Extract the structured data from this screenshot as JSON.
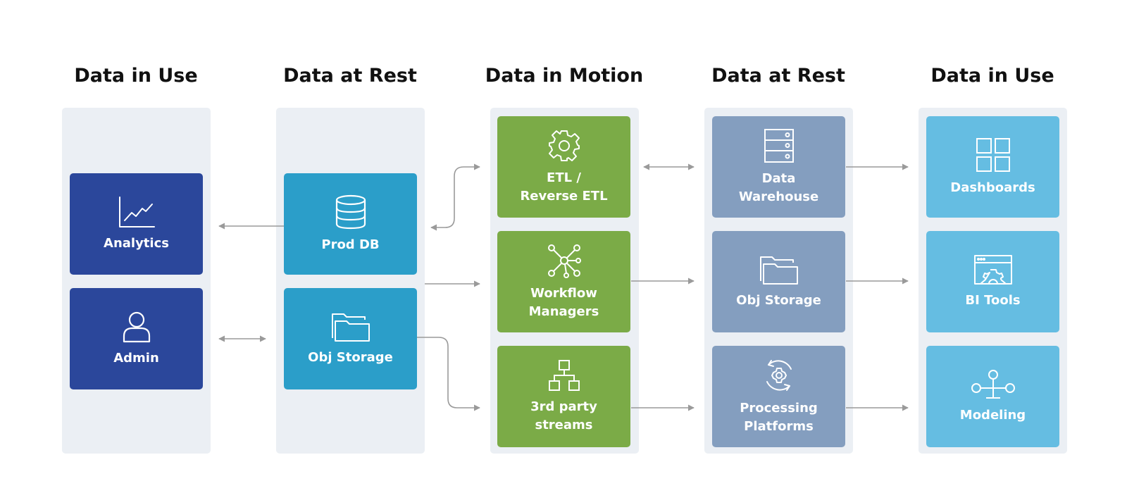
{
  "colors": {
    "panel": "#ebeff4",
    "use_left": "#2b479b",
    "rest_left": "#2b9ec9",
    "motion": "#7bab47",
    "rest_right": "#849ebf",
    "use_right": "#65bde2",
    "arrow": "#9a9a9a"
  },
  "columns": [
    {
      "title": "Data in Use",
      "boxes": [
        {
          "label": "Analytics",
          "icon": "line-chart-icon"
        },
        {
          "label": "Admin",
          "icon": "user-icon"
        }
      ]
    },
    {
      "title": "Data at Rest",
      "boxes": [
        {
          "label": "Prod DB",
          "icon": "database-icon"
        },
        {
          "label": "Obj Storage",
          "icon": "folder-icon"
        }
      ]
    },
    {
      "title": "Data in Motion",
      "boxes": [
        {
          "label": "ETL /\nReverse ETL",
          "icon": "gear-icon"
        },
        {
          "label": "Workflow\nManagers",
          "icon": "network-icon"
        },
        {
          "label": "3rd party\nstreams",
          "icon": "hierarchy-icon"
        }
      ]
    },
    {
      "title": "Data at Rest",
      "boxes": [
        {
          "label": "Data\nWarehouse",
          "icon": "server-icon"
        },
        {
          "label": "Obj Storage",
          "icon": "folder-icon"
        },
        {
          "label": "Processing\nPlatforms",
          "icon": "gear-cycle-icon"
        }
      ]
    },
    {
      "title": "Data in Use",
      "boxes": [
        {
          "label": "Dashboards",
          "icon": "grid-icon"
        },
        {
          "label": "BI Tools",
          "icon": "browser-gear-icon"
        },
        {
          "label": "Modeling",
          "icon": "model-icon"
        }
      ]
    }
  ]
}
